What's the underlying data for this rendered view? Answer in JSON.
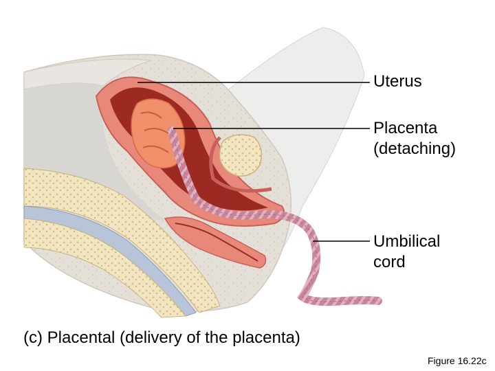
{
  "labels": {
    "uterus": "Uterus",
    "placenta_line1": "Placenta",
    "placenta_line2": "(detaching)",
    "cord_line1": "Umbilical",
    "cord_line2": "cord"
  },
  "caption": "(c) Placental (delivery of the placenta)",
  "figure_number": "Figure 16.22c",
  "colors": {
    "background": "#ffffff",
    "skin": "#eae7e3",
    "bone": "#f2e6c2",
    "uterine_wall": "#e8887a",
    "uterine_cavity": "#9c2a22",
    "placenta": "#f0906a",
    "cord": "#c7849a",
    "leader_line": "#000000"
  }
}
